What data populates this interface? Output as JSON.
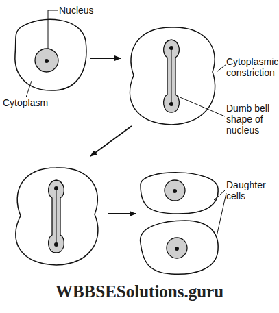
{
  "diagram": {
    "labels": [
      "Nucleus",
      "Cytoplasm",
      "Cytoplasmic constriction",
      "Dumb bell shape of nucleus",
      "Daughter cells",
      "WBBSESolutions.guru"
    ]
  }
}
